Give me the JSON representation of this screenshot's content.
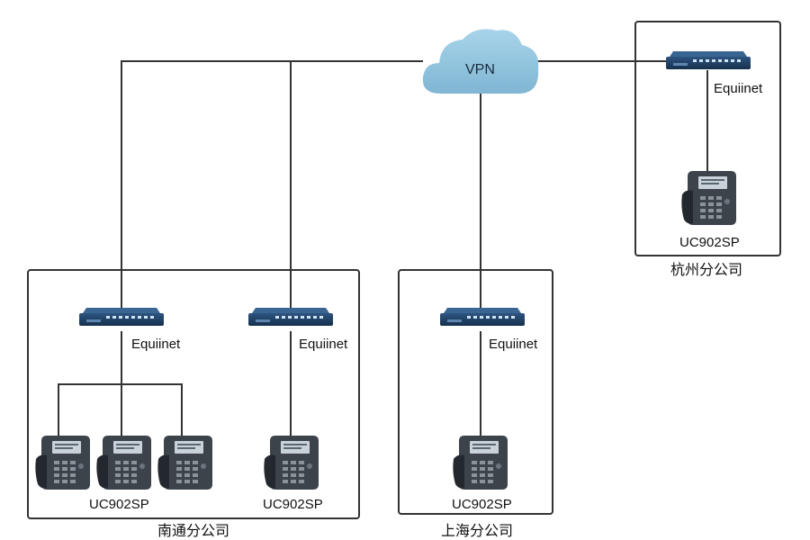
{
  "cloud": {
    "label": "VPN",
    "color": "#8ec3dd"
  },
  "device_label": "Equiinet",
  "phone_label": "UC902SP",
  "branches": [
    {
      "name": "南通分公司"
    },
    {
      "name": "上海分公司"
    },
    {
      "name": "杭州分公司"
    }
  ],
  "colors": {
    "line": "#333333",
    "box": "#333333",
    "switch": "#1e3a5c",
    "phone": "#3a4048"
  }
}
